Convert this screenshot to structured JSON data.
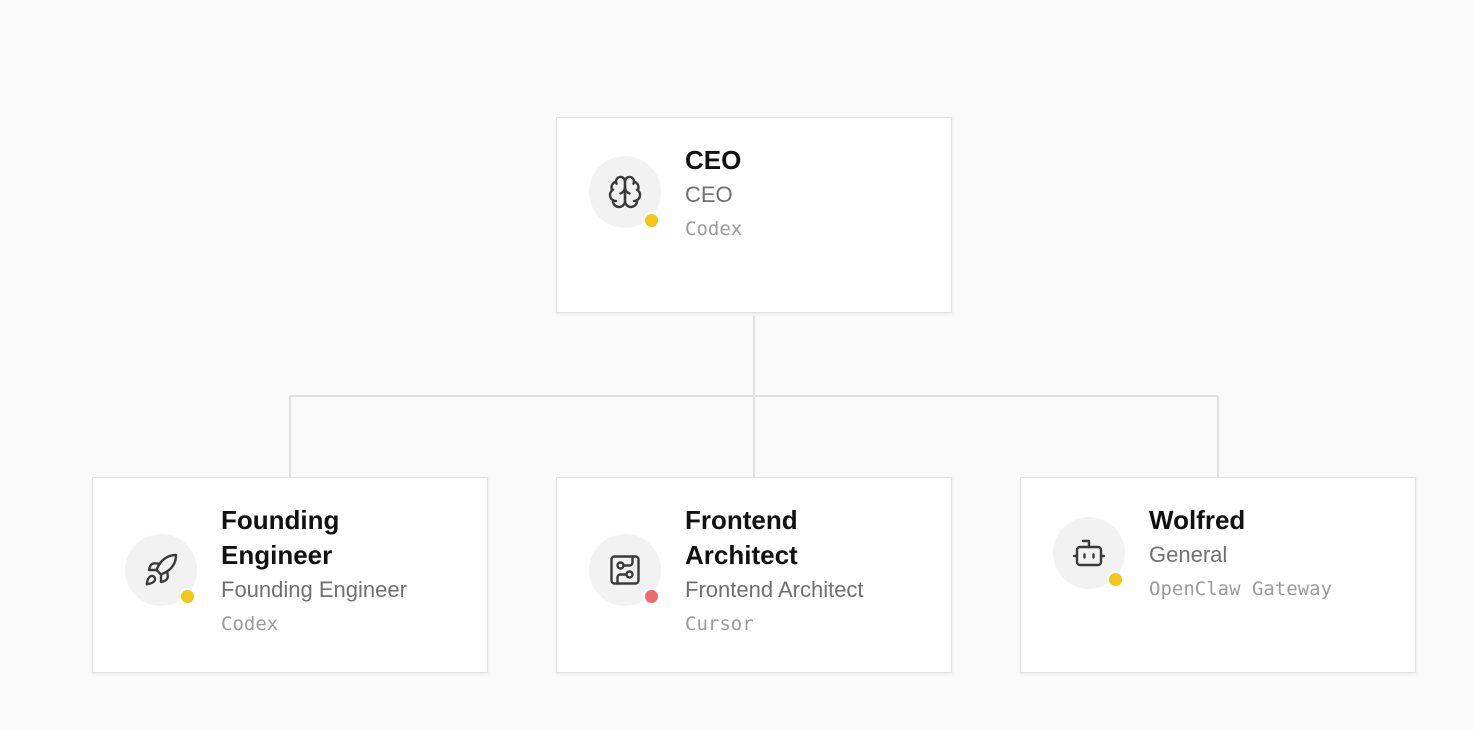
{
  "org_chart": {
    "nodes": [
      {
        "id": "ceo",
        "name": "CEO",
        "role": "CEO",
        "adapter": "Codex",
        "icon": "brain-icon",
        "status_color": "#f5c518"
      },
      {
        "id": "founding-engineer",
        "name": "Founding Engineer",
        "role": "Founding Engineer",
        "adapter": "Codex",
        "icon": "rocket-icon",
        "status_color": "#f5c518"
      },
      {
        "id": "frontend-architect",
        "name": "Frontend Architect",
        "role": "Frontend Architect",
        "adapter": "Cursor",
        "icon": "circuit-board-icon",
        "status_color": "#ef6b6b"
      },
      {
        "id": "wolfred",
        "name": "Wolfred",
        "role": "General",
        "adapter": "OpenClaw Gateway",
        "icon": "bot-icon",
        "status_color": "#f5c518"
      }
    ]
  }
}
